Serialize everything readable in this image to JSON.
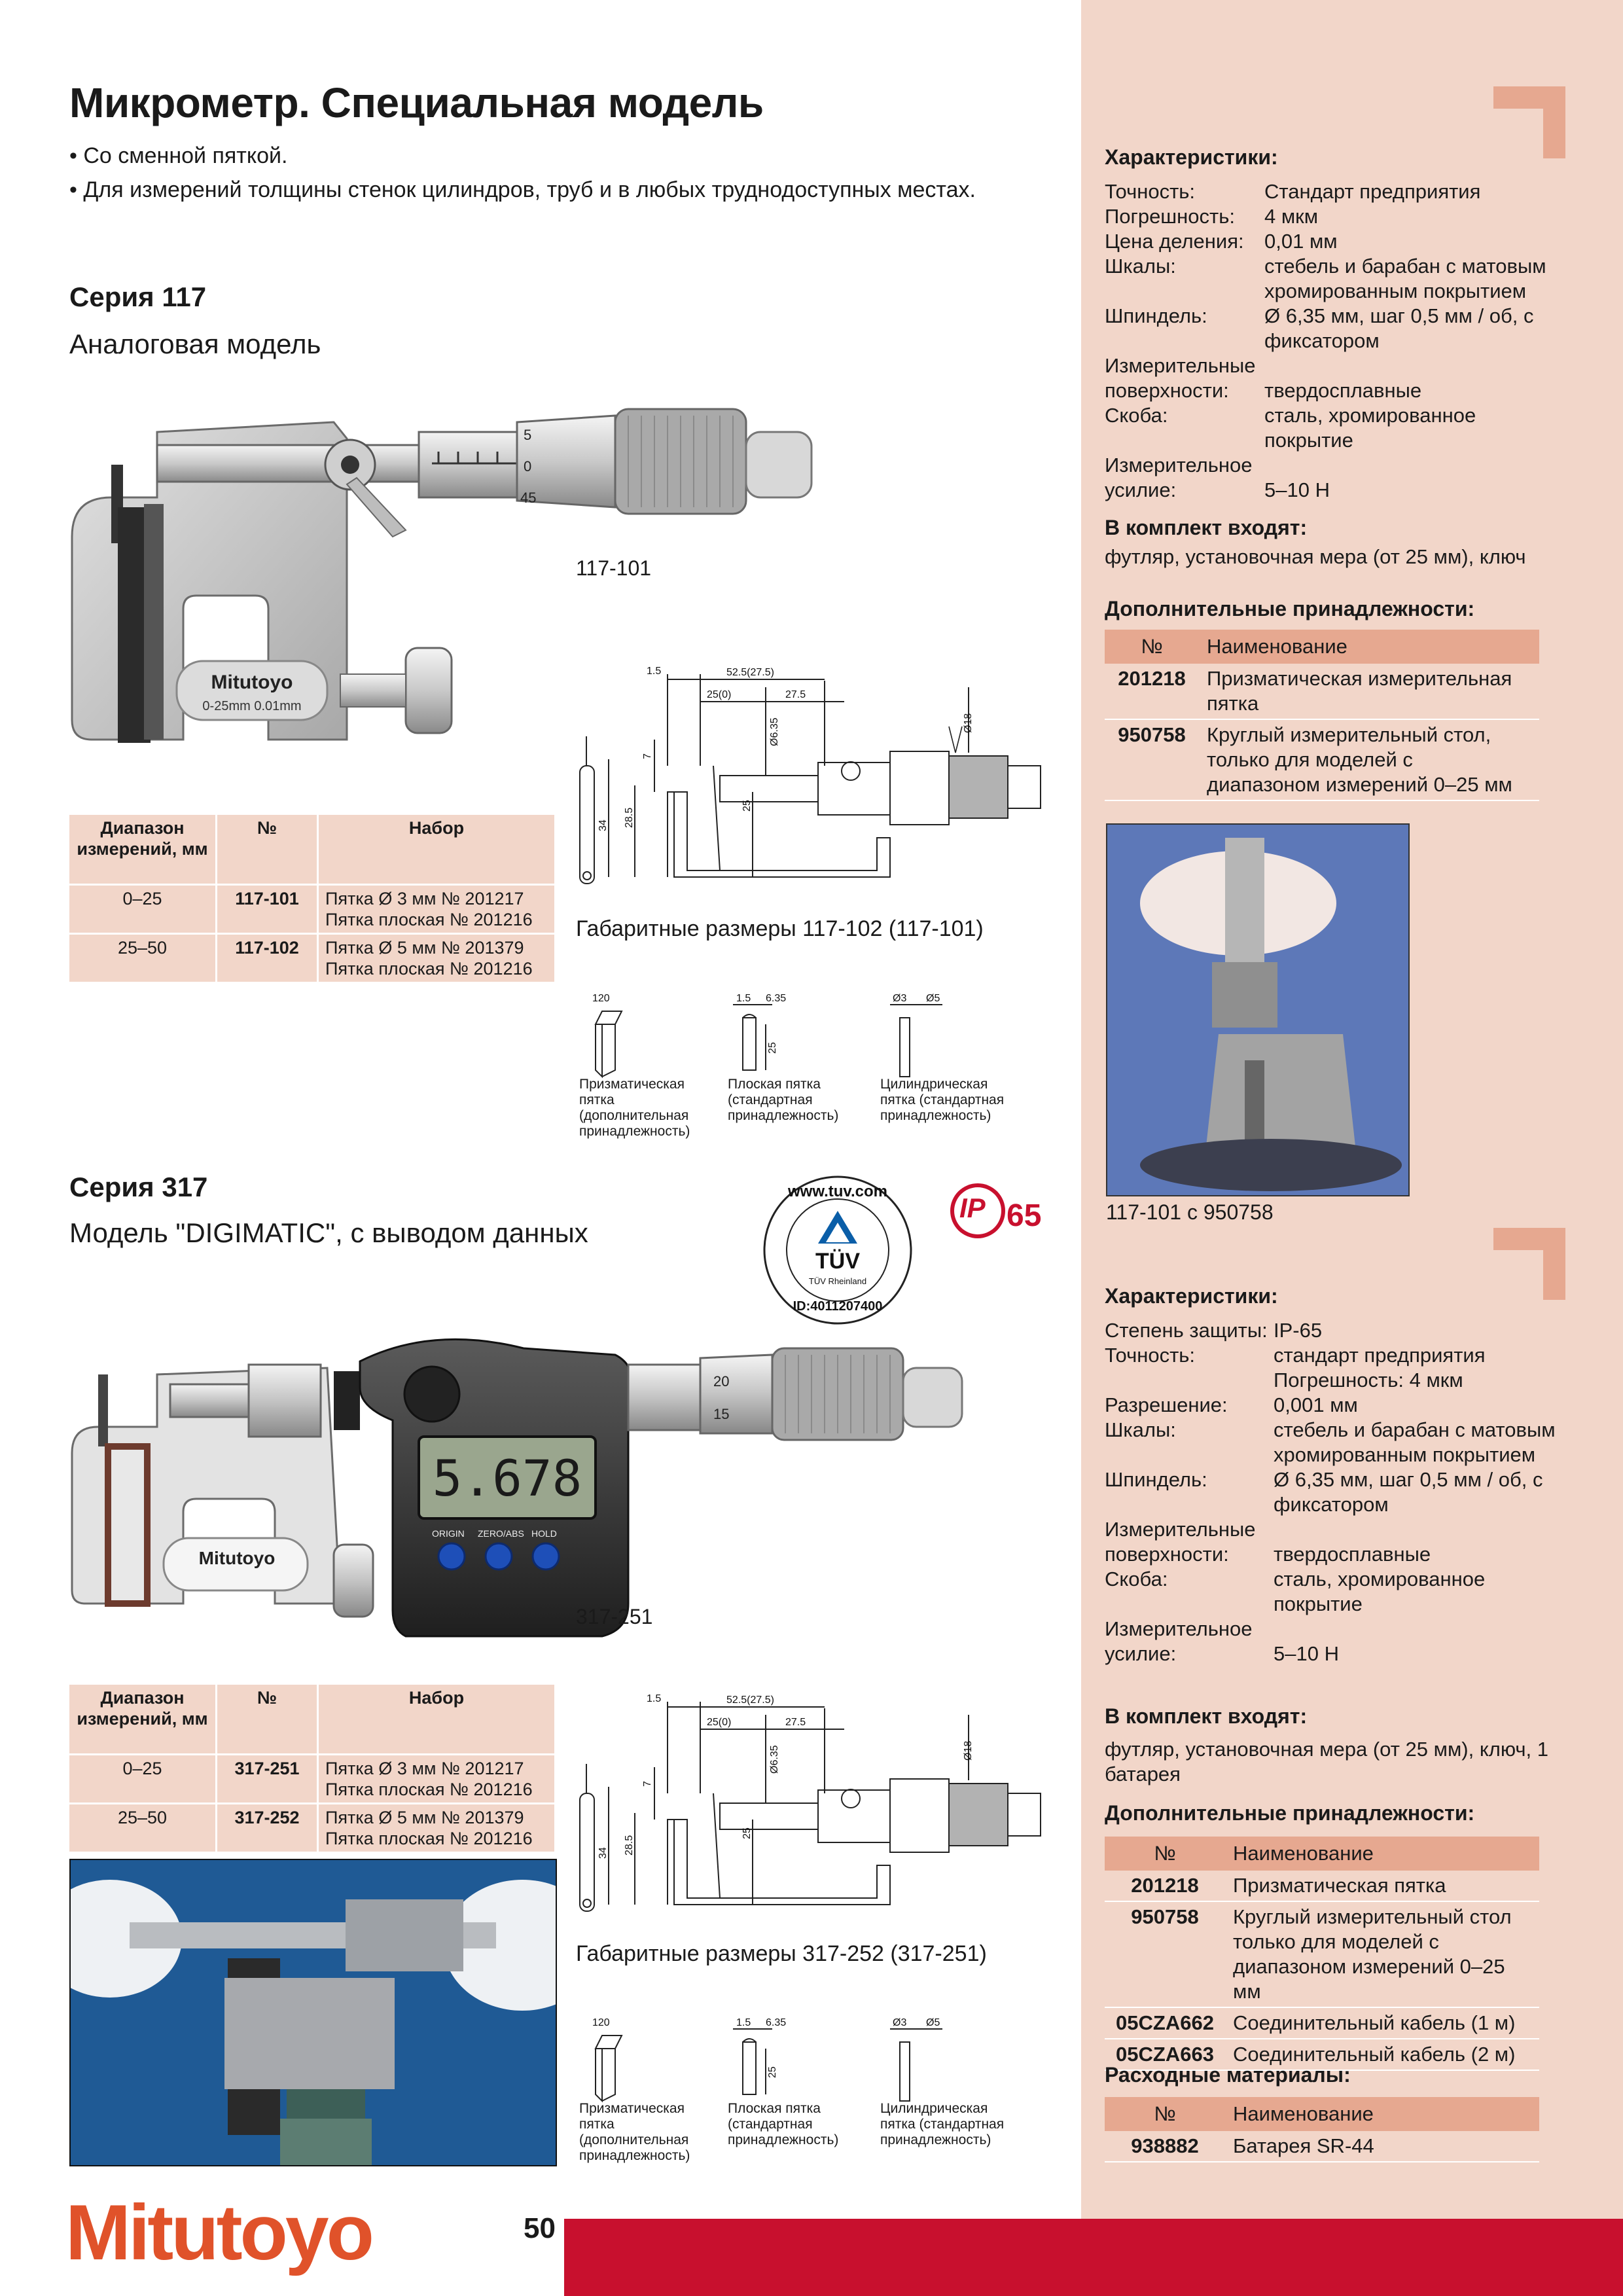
{
  "header": {
    "title": "Микрометр. Специальная модель",
    "bullets": [
      "• Со сменной пяткой.",
      "• Для измерений толщины стенок цилиндров, труб и в любых труднодоступных местах."
    ]
  },
  "series117": {
    "title": "Серия 117",
    "subtitle": "Аналоговая модель",
    "product_label": "117-101",
    "gauge_text": "0-25mm   0.01mm",
    "brand_on_frame": "Mitutoyo",
    "thimble_marks": [
      "5",
      "0",
      "45"
    ],
    "order_table": {
      "headers": [
        "Диапазон измерений, мм",
        "№",
        "Набор"
      ],
      "rows": [
        {
          "range": "0–25",
          "code": "117-101",
          "set": [
            "Пятка Ø 3 мм № 201217",
            "Пятка плоская № 201216"
          ]
        },
        {
          "range": "25–50",
          "code": "117-102",
          "set": [
            "Пятка Ø 5 мм № 201379",
            "Пятка плоская № 201216"
          ]
        }
      ]
    },
    "dim_caption": "Габаритные размеры 117-102 (117-101)",
    "dims": {
      "a": "1.5",
      "b": "52.5(27.5)",
      "c": "25(0)",
      "d": "27.5",
      "e": "Ø6.35",
      "f": "Ø18",
      "g": "7",
      "h": "34",
      "i": "28.5",
      "j": "25"
    },
    "anvils": {
      "labels": [
        "120",
        "1.5",
        "6.35",
        "25",
        "Ø3",
        "Ø5"
      ],
      "captions": [
        "Призматическая пятка (дополнительная принадлежность)",
        "Плоская пятка (стандартная принадлежность)",
        "Цилиндрическая пятка (стандартная принадлежность)"
      ]
    }
  },
  "series317": {
    "title": "Серия 317",
    "subtitle": "Модель \"DIGIMATIC\", с выводом данных",
    "product_label": "317-251",
    "lcd_value": "5.678",
    "brand_on_frame": "Mitutoyo",
    "buttons": [
      "ORIGIN",
      "ZERO/ABS",
      "HOLD"
    ],
    "thimble_marks": [
      "20",
      "15"
    ],
    "tuv_badge": {
      "top": "www.tuv.com",
      "mark": "TÜV",
      "sub": "TÜV Rheinland",
      "id": "ID:4011207400"
    },
    "ip_badge": {
      "ip": "IP",
      "num": "65"
    },
    "order_table": {
      "headers": [
        "Диапазон измерений, мм",
        "№",
        "Набор"
      ],
      "rows": [
        {
          "range": "0–25",
          "code": "317-251",
          "set": [
            "Пятка Ø 3 мм № 201217",
            "Пятка плоская № 201216"
          ]
        },
        {
          "range": "25–50",
          "code": "317-252",
          "set": [
            "Пятка Ø 5 мм № 201379",
            "Пятка плоская № 201216"
          ]
        }
      ]
    },
    "dim_caption": "Габаритные размеры 317-252 (317-251)",
    "dims": {
      "a": "1.5",
      "b": "52.5(27.5)",
      "c": "25(0)",
      "d": "27.5",
      "e": "Ø6.35",
      "f": "Ø18",
      "g": "7",
      "h": "34",
      "i": "28.5",
      "j": "25"
    },
    "anvils": {
      "labels": [
        "120",
        "1.5",
        "6.35",
        "25",
        "Ø3",
        "Ø5"
      ],
      "captions": [
        "Призматическая пятка (дополнительная принадлежность)",
        "Плоская пятка (стандартная принадлежность)",
        "Цилиндрическая пятка (стандартная принадлежность)"
      ]
    }
  },
  "panel117": {
    "specs_title": "Характеристики:",
    "specs": [
      {
        "k": "Точность:",
        "v": "Стандарт предприятия"
      },
      {
        "k": "Погрешность:",
        "v": "4 мкм"
      },
      {
        "k": "Цена деления:",
        "v": "0,01 мм"
      },
      {
        "k": "Шкалы:",
        "v": "стебель и барабан с матовым хромированным покрытием"
      },
      {
        "k": "Шпиндель:",
        "v": "Ø 6,35 мм, шаг 0,5 мм / об, с фиксатором"
      },
      {
        "k": "Измерительные поверхности:",
        "v": "твердосплавные"
      },
      {
        "k": "Скоба:",
        "v": "сталь, хромированное покрытие"
      },
      {
        "k": "Измерительное усилие:",
        "v": "5–10 Н"
      }
    ],
    "kit_title": "В комплект входят:",
    "kit_text": "футляр, установочная мера (от 25 мм), ключ",
    "acc_title": "Дополнительные принадлежности:",
    "acc_headers": [
      "№",
      "Наименование"
    ],
    "acc_rows": [
      {
        "num": "201218",
        "name": "Призматическая измерительная пятка"
      },
      {
        "num": "950758",
        "name": "Круглый измерительный стол, только для моделей с диапазоном измерений 0–25 мм"
      }
    ],
    "photo_caption": "117-101 с 950758"
  },
  "panel317": {
    "specs_title": "Характеристики:",
    "specs": [
      {
        "k": "Степень защиты:",
        "v": "IP-65"
      },
      {
        "k": "Точность:",
        "v": "стандарт предприятия Погрешность: 4 мкм"
      },
      {
        "k": "Разрешение:",
        "v": "0,001 мм"
      },
      {
        "k": "Шкалы:",
        "v": "стебель и барабан с матовым хромированным покрытием"
      },
      {
        "k": "Шпиндель:",
        "v": "Ø 6,35 мм, шаг 0,5 мм / об, с фиксатором"
      },
      {
        "k": "Измерительные поверхности:",
        "v": "твердосплавные"
      },
      {
        "k": "Скоба:",
        "v": "сталь, хромированное покрытие"
      },
      {
        "k": "Измерительное усилие:",
        "v": "5–10 Н"
      }
    ],
    "kit_title": "В комплект входят:",
    "kit_text": "футляр, установочная мера (от 25 мм), ключ, 1 батарея",
    "acc_title": "Дополнительные принадлежности:",
    "acc_headers": [
      "№",
      "Наименование"
    ],
    "acc_rows": [
      {
        "num": "201218",
        "name": "Призматическая пятка"
      },
      {
        "num": "950758",
        "name": "Круглый измерительный стол только для моделей с диапазоном измерений 0–25 мм"
      },
      {
        "num": "05CZA662",
        "name": "Соединительный кабель (1 м)"
      },
      {
        "num": "05CZA663",
        "name": "Соединительный кабель (2 м)"
      }
    ],
    "cons_title": "Расходные материалы:",
    "cons_headers": [
      "№",
      "Наименование"
    ],
    "cons_rows": [
      {
        "num": "938882",
        "name": "Батарея SR-44"
      }
    ]
  },
  "footer": {
    "logo": "Mitutoyo",
    "page_number": "50"
  },
  "colors": {
    "panel_bg": "#f2d6c9",
    "accent": "#e6a890",
    "brand_red": "#c8102e",
    "logo_orange": "#e0522a"
  }
}
